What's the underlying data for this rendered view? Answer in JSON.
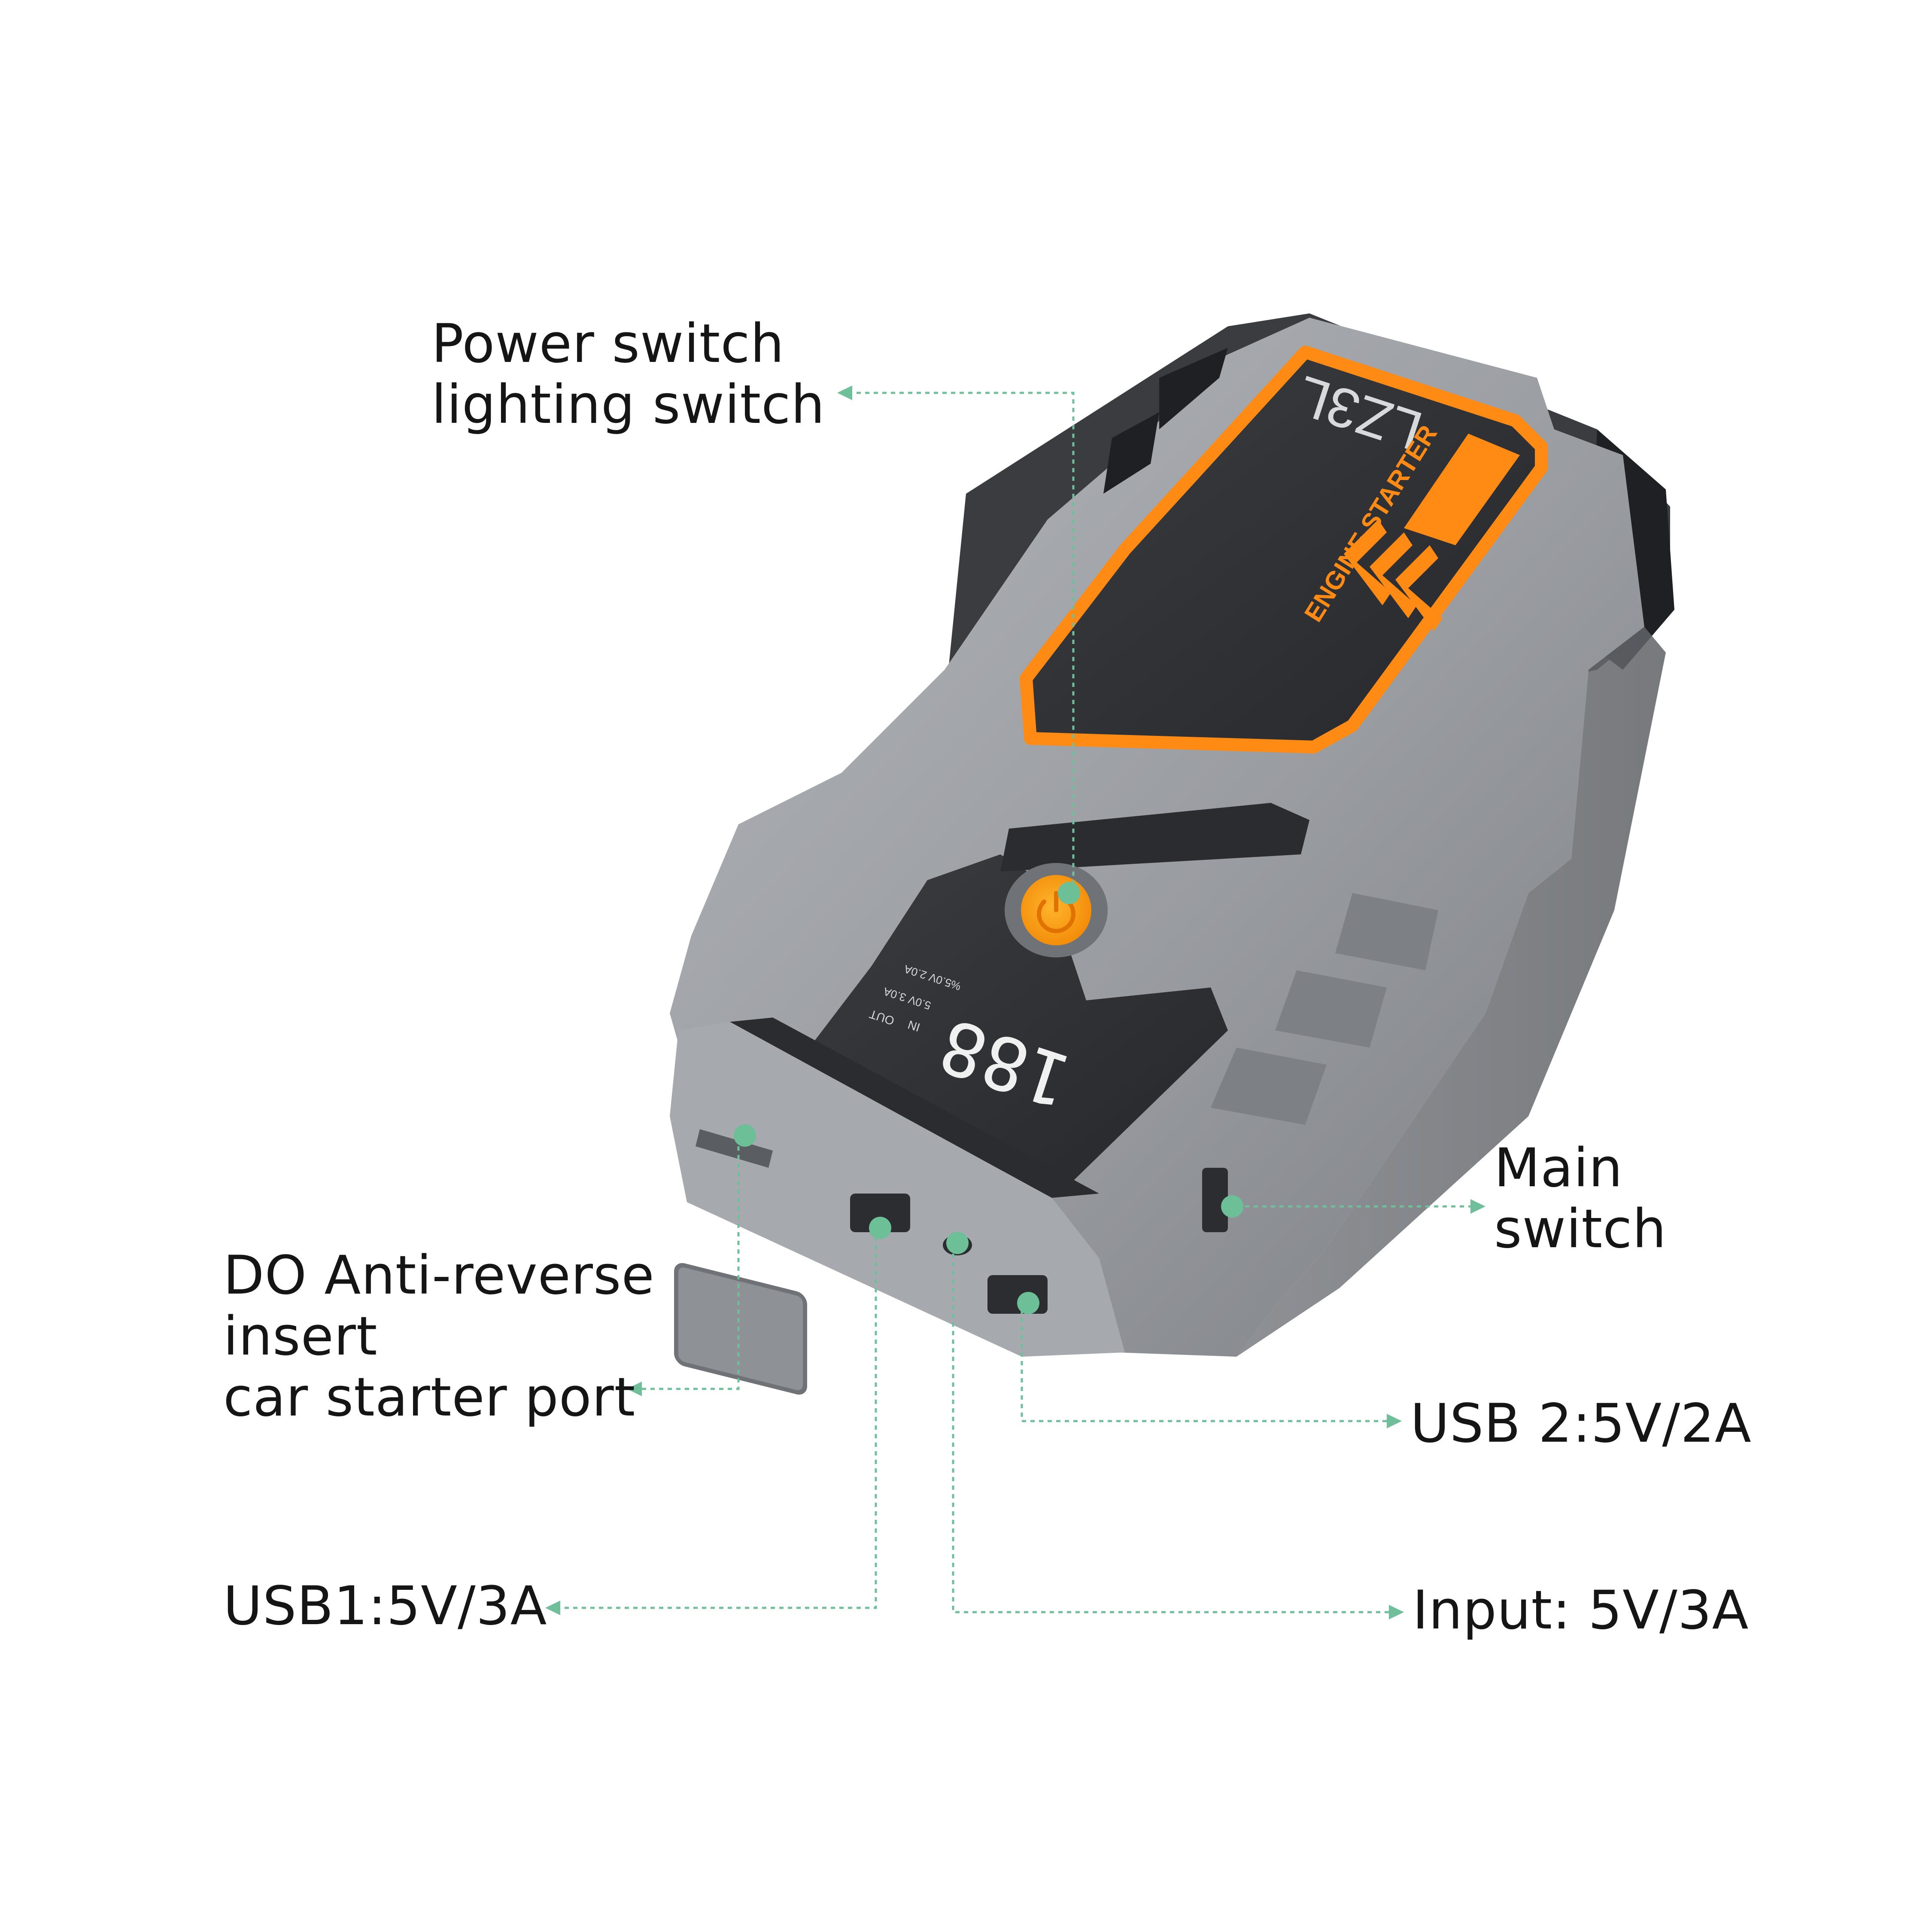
{
  "colors": {
    "leader": "#6fc09a",
    "dot": "#6dbf97",
    "accent": "#ff8a14",
    "shell": "#8f9297",
    "panel": "#2d2f33"
  },
  "product": {
    "brand": "LZ3L",
    "badge": "ENGINE STARTER",
    "display_digits": "188",
    "indicator_in": "IN",
    "indicator_out": "OUT",
    "output_spec_1": "5.0V 3.0A",
    "output_spec_2": "%5.0V 2.0A",
    "power_icon": "power-icon"
  },
  "callouts": {
    "power": {
      "lines": [
        "Power switch",
        "lighting switch"
      ]
    },
    "main_switch": {
      "lines": [
        "Main",
        "switch"
      ]
    },
    "car_port": {
      "lines": [
        "DO Anti-reverse",
        "insert",
        "car starter port"
      ]
    },
    "usb2": {
      "lines": [
        "USB 2:5V/2A"
      ]
    },
    "usb1": {
      "lines": [
        "USB1:5V/3A"
      ]
    },
    "input": {
      "lines": [
        "Input: 5V/3A"
      ]
    }
  }
}
